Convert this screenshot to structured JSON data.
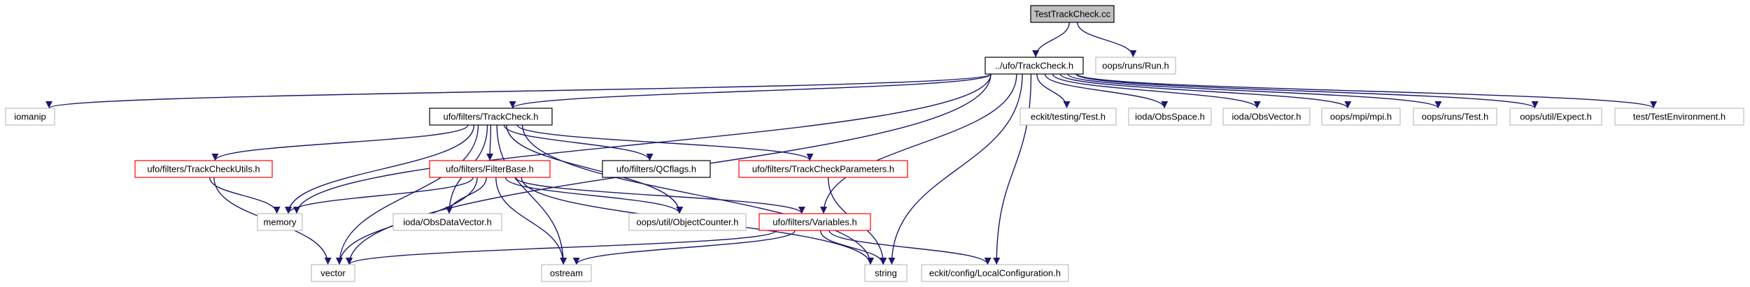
{
  "title": "TestTrackCheck.cc",
  "colors": {
    "edge": "#191970",
    "root_fill": "#bfbfbf",
    "plain_border": "#bfbfbf",
    "documented_border": "#000000",
    "incomplete_border": "#ff0000",
    "background": "#ffffff"
  },
  "nodes": [
    {
      "id": "root",
      "label": "TestTrackCheck.cc",
      "style": "root"
    },
    {
      "id": "uftc",
      "label": "../ufo/TrackCheck.h",
      "style": "documented"
    },
    {
      "id": "run",
      "label": "oops/runs/Run.h",
      "style": "plain"
    },
    {
      "id": "ioman",
      "label": "iomanip",
      "style": "plain"
    },
    {
      "id": "fltc",
      "label": "ufo/filters/TrackCheck.h",
      "style": "documented"
    },
    {
      "id": "ectest",
      "label": "eckit/testing/Test.h",
      "style": "plain"
    },
    {
      "id": "obssp",
      "label": "ioda/ObsSpace.h",
      "style": "plain"
    },
    {
      "id": "obsvec",
      "label": "ioda/ObsVector.h",
      "style": "plain"
    },
    {
      "id": "mpi",
      "label": "oops/mpi/mpi.h",
      "style": "plain"
    },
    {
      "id": "rtest",
      "label": "oops/runs/Test.h",
      "style": "plain"
    },
    {
      "id": "expect",
      "label": "oops/util/Expect.h",
      "style": "plain"
    },
    {
      "id": "tenv",
      "label": "test/TestEnvironment.h",
      "style": "plain"
    },
    {
      "id": "tcu",
      "label": "ufo/filters/TrackCheckUtils.h",
      "style": "incomplete"
    },
    {
      "id": "fb",
      "label": "ufo/filters/FilterBase.h",
      "style": "incomplete"
    },
    {
      "id": "qcf",
      "label": "ufo/filters/QCflags.h",
      "style": "documented"
    },
    {
      "id": "tcp",
      "label": "ufo/filters/TrackCheckParameters.h",
      "style": "incomplete"
    },
    {
      "id": "mem",
      "label": "memory",
      "style": "plain"
    },
    {
      "id": "odv",
      "label": "ioda/ObsDataVector.h",
      "style": "plain"
    },
    {
      "id": "objc",
      "label": "oops/util/ObjectCounter.h",
      "style": "plain"
    },
    {
      "id": "vars",
      "label": "ufo/filters/Variables.h",
      "style": "incomplete"
    },
    {
      "id": "vec",
      "label": "vector",
      "style": "plain"
    },
    {
      "id": "ostr",
      "label": "ostream",
      "style": "plain"
    },
    {
      "id": "str",
      "label": "string",
      "style": "plain"
    },
    {
      "id": "lconf",
      "label": "eckit/config/LocalConfiguration.h",
      "style": "plain"
    }
  ],
  "edges": [
    [
      "root",
      "uftc"
    ],
    [
      "root",
      "run"
    ],
    [
      "uftc",
      "ioman"
    ],
    [
      "uftc",
      "fltc"
    ],
    [
      "uftc",
      "ectest"
    ],
    [
      "uftc",
      "obssp"
    ],
    [
      "uftc",
      "obsvec"
    ],
    [
      "uftc",
      "mpi"
    ],
    [
      "uftc",
      "rtest"
    ],
    [
      "uftc",
      "expect"
    ],
    [
      "uftc",
      "tenv"
    ],
    [
      "uftc",
      "mem"
    ],
    [
      "uftc",
      "vec"
    ],
    [
      "uftc",
      "str"
    ],
    [
      "uftc",
      "lconf"
    ],
    [
      "uftc",
      "vars"
    ],
    [
      "fltc",
      "tcu"
    ],
    [
      "fltc",
      "fb"
    ],
    [
      "fltc",
      "qcf"
    ],
    [
      "fltc",
      "tcp"
    ],
    [
      "fltc",
      "mem"
    ],
    [
      "fltc",
      "vec"
    ],
    [
      "fltc",
      "ostr"
    ],
    [
      "fltc",
      "odv"
    ],
    [
      "fltc",
      "objc"
    ],
    [
      "fltc",
      "str"
    ],
    [
      "tcu",
      "mem"
    ],
    [
      "tcu",
      "vec"
    ],
    [
      "fb",
      "mem"
    ],
    [
      "fb",
      "odv"
    ],
    [
      "fb",
      "objc"
    ],
    [
      "fb",
      "vars"
    ],
    [
      "fb",
      "vec"
    ],
    [
      "fb",
      "ostr"
    ],
    [
      "fb",
      "str"
    ],
    [
      "tcp",
      "str"
    ],
    [
      "vars",
      "vec"
    ],
    [
      "vars",
      "ostr"
    ],
    [
      "vars",
      "str"
    ],
    [
      "vars",
      "lconf"
    ]
  ]
}
